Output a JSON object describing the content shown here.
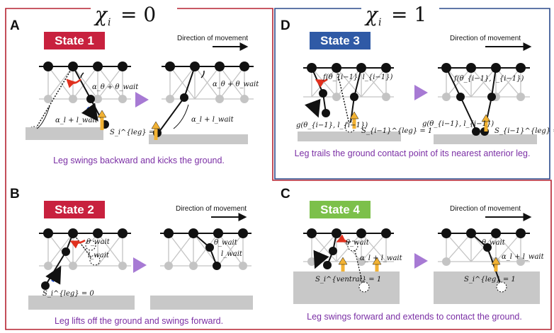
{
  "header": {
    "chi_left_symbol": "χ",
    "chi_left_sub": "i",
    "chi_left_eq": "= 0",
    "chi_right_symbol": "χ",
    "chi_right_sub": "i",
    "chi_right_eq": "= 1"
  },
  "colors": {
    "red_frame": "#b52230",
    "blue_frame": "#2b4a8c",
    "state1": "#c8213e",
    "state2": "#c8213e",
    "state3": "#2f5aa6",
    "state4": "#7cc04a",
    "caption": "#7b2fa5",
    "arrow_purple": "#a77ad4",
    "ground": "#c8c8c8",
    "force_blue": "#1c4fd6",
    "force_orange": "#f2b233"
  },
  "panels": [
    {
      "letter": "A",
      "state": "State 1",
      "direction": "Direction of movement",
      "caption": "Leg swings backward and kicks the ground.",
      "labels": {
        "angle": "α_θ + θ_wait",
        "length": "α_l + l_wait",
        "sensor": "S_i^{leg} = 1"
      }
    },
    {
      "letter": "B",
      "state": "State 2",
      "direction": "Direction of movement",
      "caption": "Leg lifts off the ground and swings forward.",
      "labels": {
        "angle": "θ_wait",
        "length": "l_wait",
        "sensor": "S_i^{leg} = 0"
      }
    },
    {
      "letter": "C",
      "state": "State 4",
      "direction": "Direction of movement",
      "caption": "Leg swings forward and extends to contact the ground.",
      "labels": {
        "angle": "θ_wait",
        "length": "α_l + l_wait",
        "sensor_ventral": "S_i^{ventral} = 1",
        "sensor": "S_i^{leg} = 1"
      }
    },
    {
      "letter": "D",
      "state": "State 3",
      "direction": "Direction of movement",
      "caption": "Leg trails the ground contact point of its nearest anterior leg.",
      "labels": {
        "f": "f(θ_{i−1}, l_{i−1})",
        "g": "g(θ_{i−1}, l_{i−1})",
        "sensor": "S_{i−1}^{leg} = 1"
      }
    }
  ]
}
